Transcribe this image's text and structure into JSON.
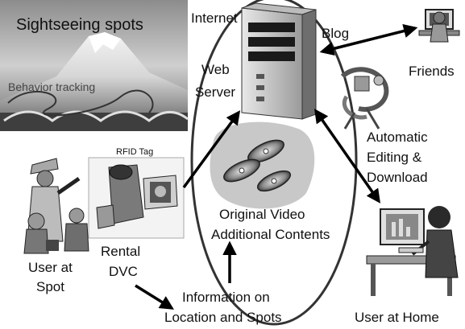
{
  "labels": {
    "sightseeing": "Sightseeing spots",
    "behavior": "Behavior tracking",
    "internet": "Internet",
    "web_server_line1": "Web",
    "web_server_line2": "Server",
    "blog": "Blog",
    "friends": "Friends",
    "auto_line1": "Automatic",
    "auto_line2": "Editing &",
    "auto_line3": "Download",
    "rfid": "RFID Tag",
    "original_video": "Original Video",
    "additional": "Additional Contents",
    "user_spot_line1": "User at",
    "user_spot_line2": "Spot",
    "rental_line1": "Rental",
    "rental_line2": "DVC",
    "info_line1": "Information on",
    "info_line2": "Location and Spots",
    "user_home": "User at Home"
  },
  "icons": {
    "photo": "mountain-photo",
    "server": "server-tower-icon",
    "robot": "robot-arm-icon",
    "friends": "person-at-computer-icon",
    "tourists": "tourists-icon",
    "camera": "camcorder-icon",
    "discs": "video-discs-icon",
    "home": "woman-at-computer-icon"
  }
}
